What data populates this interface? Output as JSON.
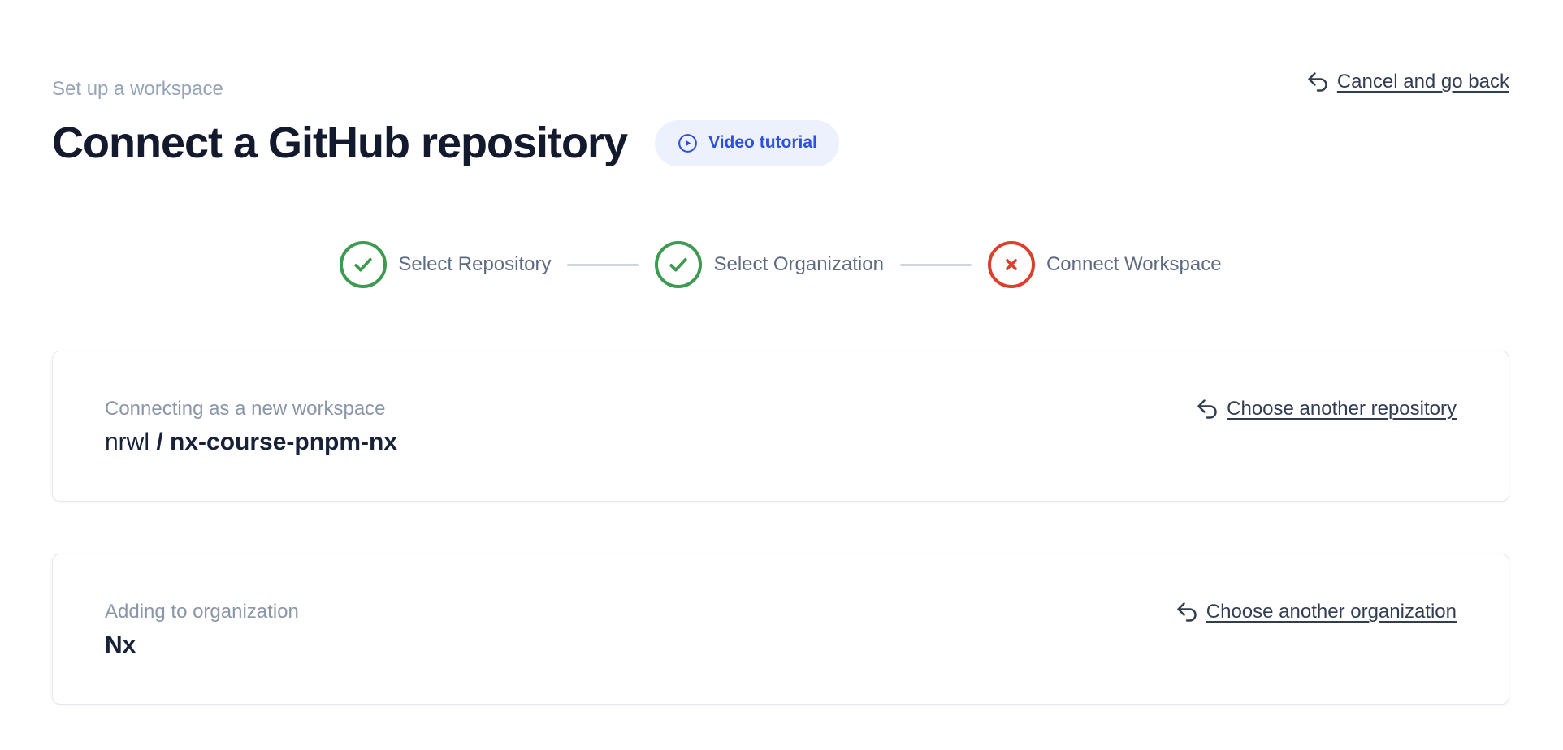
{
  "header": {
    "eyebrow": "Set up a workspace",
    "title": "Connect a GitHub repository",
    "video_tutorial_label": "Video tutorial",
    "cancel_label": "Cancel and go back"
  },
  "stepper": {
    "steps": [
      {
        "label": "Select Repository",
        "status": "complete"
      },
      {
        "label": "Select Organization",
        "status": "complete"
      },
      {
        "label": "Connect Workspace",
        "status": "failed"
      }
    ]
  },
  "cards": [
    {
      "label": "Connecting as a new workspace",
      "value_normal": "nrwl ",
      "value_bold": "/ nx-course-pnpm-nx",
      "action_label": "Choose another repository"
    },
    {
      "label": "Adding to organization",
      "value_normal": "",
      "value_bold": "Nx",
      "action_label": "Choose another organization"
    }
  ],
  "colors": {
    "accent_blue": "#2b50df",
    "success_green": "#3d9a50",
    "error_red": "#dc3f2c",
    "link_slate": "#323d52"
  }
}
